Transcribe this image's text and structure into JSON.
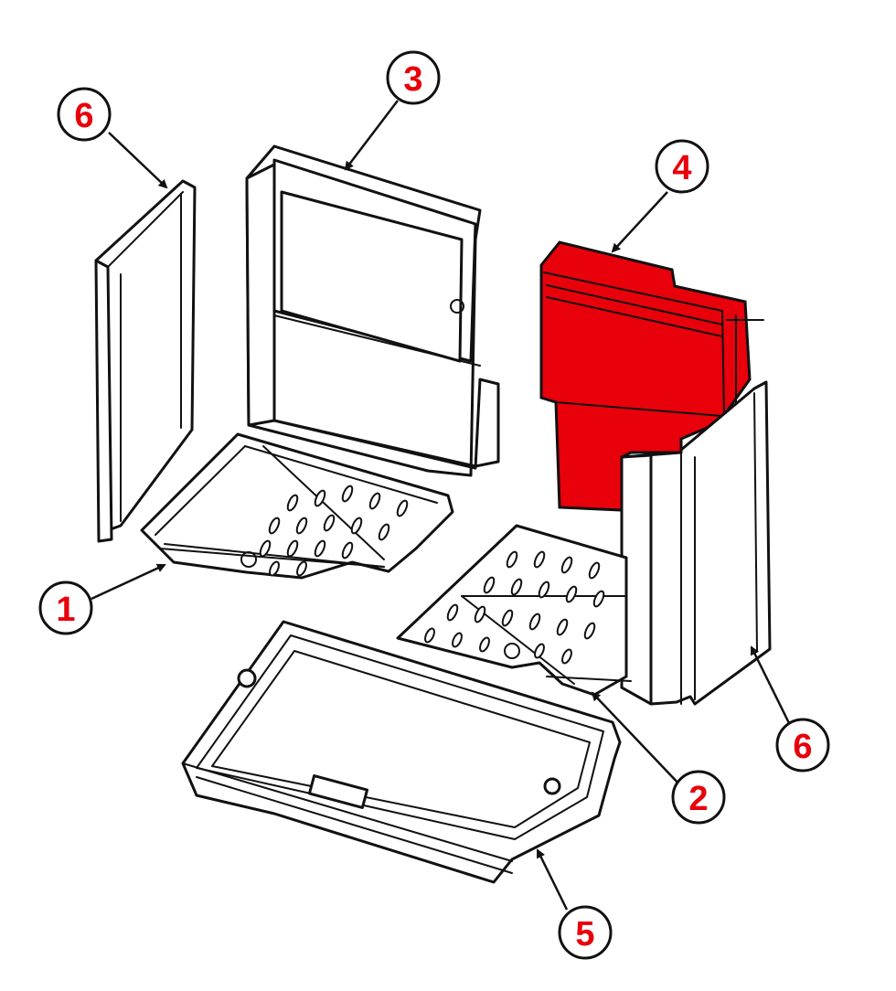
{
  "colors": {
    "highlight": "#e8000b",
    "label_text": "#e8000b",
    "line": "#111111",
    "background": "#ffffff"
  },
  "callouts": [
    {
      "id": "side-panel-left",
      "label": "6"
    },
    {
      "id": "back-panel",
      "label": "3"
    },
    {
      "id": "back-panel-highlighted",
      "label": "4"
    },
    {
      "id": "grate-left",
      "label": "1"
    },
    {
      "id": "grate-right",
      "label": "2"
    },
    {
      "id": "side-panel-right",
      "label": "6"
    },
    {
      "id": "ash-pan",
      "label": "5"
    }
  ]
}
